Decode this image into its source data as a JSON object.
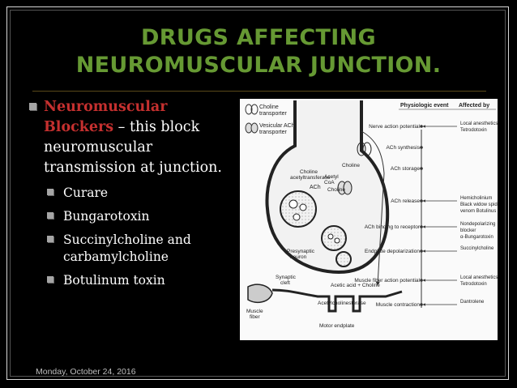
{
  "slide": {
    "title_line1": "DRUGS AFFECTING",
    "title_line2": "NEUROMUSCULAR JUNCTION.",
    "bullet_highlight": "Neuromuscular Blockers",
    "bullet_rest": " – this block neuromuscular transmission at junction.",
    "sub_bullets": [
      "Curare",
      "Bungarotoxin",
      "Succinylcholine and carbamylcholine",
      "Botulinum toxin"
    ],
    "date": "Monday, October 24, 2016"
  },
  "diagram": {
    "legend": {
      "choline_transporter": [
        "Choline",
        "transporter"
      ],
      "vesicular_ach_transporter": [
        "Vesicular ACh",
        "transporter"
      ]
    },
    "labels": {
      "choline_acetyltransferase": [
        "Choline",
        "acetyltransferase"
      ],
      "choline_top": "Choline",
      "acetyl_coa": [
        "Acetyl",
        "CoA"
      ],
      "choline_inner": "Choline",
      "ach_vesicle": "ACh",
      "presynaptic_neuron": [
        "Presynaptic",
        "neuron"
      ],
      "synaptic_cleft": [
        "Synaptic",
        "cleft"
      ],
      "muscle_fiber": [
        "Muscle",
        "fiber"
      ],
      "acetic_acid_choline": "Acetic acid + Choline",
      "acetylcholinesterase": "Acetylcholinesterase",
      "motor_endplate": "Motor endplate"
    },
    "header_event": "Physiologic event",
    "header_affected": "Affected by",
    "events": [
      {
        "event": "Nerve action potential",
        "affected": [
          "Local anesthetics",
          "Tetrodotoxin"
        ]
      },
      {
        "event": "ACh synthesis",
        "affected": []
      },
      {
        "event": "ACh storage",
        "affected": []
      },
      {
        "event": "ACh release",
        "affected": [
          "Hemicholinium",
          "Black widow spider",
          "venom Botulinus toxin"
        ]
      },
      {
        "event": "ACh binding to receptor",
        "affected": [
          "Nondepolarizing",
          "blocker",
          "α-Bungarotoxin"
        ]
      },
      {
        "event": "Endplate depolarization",
        "affected": [
          "Succinylcholine"
        ]
      },
      {
        "event": "Muscle fiber action potential",
        "affected": [
          "Local anesthetics",
          "Tetrodotoxin"
        ]
      },
      {
        "event": "Muscle contraction",
        "affected": [
          "Dantrolene"
        ]
      }
    ]
  },
  "colors": {
    "background": "#000000",
    "title": "#669933",
    "highlight": "#c5302f",
    "bullet": "#a5a5a5",
    "text": "#ffffff"
  }
}
